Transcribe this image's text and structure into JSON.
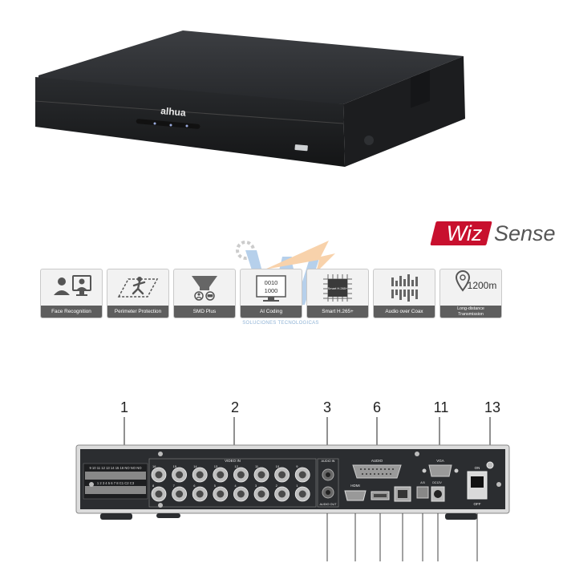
{
  "product": {
    "brand_logo": "alhua",
    "front_image_icon": "dvr-front-photo"
  },
  "wizsense": {
    "part1": "Wiz",
    "part2": "Sense"
  },
  "watermark": {
    "tagline": "SOLUCIONES TECNOLOGICAS"
  },
  "features": [
    {
      "label": "Face Recognition",
      "icon": "face-recognition-icon"
    },
    {
      "label": "Perimeter Protection",
      "icon": "perimeter-protection-icon"
    },
    {
      "label": "SMD Plus",
      "icon": "smd-plus-icon"
    },
    {
      "label": "AI Coding",
      "icon": "ai-coding-icon",
      "icon_text": [
        "0010",
        "1000"
      ]
    },
    {
      "label": "Smart H.265+",
      "icon": "smart-h265-icon",
      "icon_text": "Smart H.265+"
    },
    {
      "label": "Audio over Coax",
      "icon": "audio-over-coax-icon"
    },
    {
      "label_lines": [
        "Long-distance",
        "Transmission"
      ],
      "icon": "long-distance-icon",
      "icon_text": "1200m"
    }
  ],
  "rear_panel": {
    "callouts": [
      "1",
      "2",
      "3",
      "6",
      "11",
      "13"
    ],
    "labels": {
      "video_in": "VIDEO IN",
      "audio_in": "AUDIO IN",
      "audio_out": "AUDIO OUT",
      "audio": "AUDIO",
      "vga": "VGA",
      "hdmi": "HDMI",
      "on": "ON",
      "off": "OFF",
      "dc": "DC12V",
      "ab": "A B"
    },
    "alarm_top_numbers": "9 10 11 12 13 14 15 16 NO NO NO",
    "alarm_bottom_numbers": "1 2 3 4 5 6 7 8 C1 C2 C3",
    "bnc_top_numbers": [
      "16",
      "15",
      "14",
      "13",
      "12",
      "11",
      "10",
      "9"
    ],
    "bnc_bottom_numbers": [
      "8",
      "7",
      "6",
      "5",
      "4",
      "3",
      "2",
      "1"
    ]
  },
  "colors": {
    "wiz_red": "#c8102e",
    "tile_bg": "#f2f2f2",
    "tile_label_bg": "#5e5e5e",
    "chassis": "#2b2d30"
  }
}
